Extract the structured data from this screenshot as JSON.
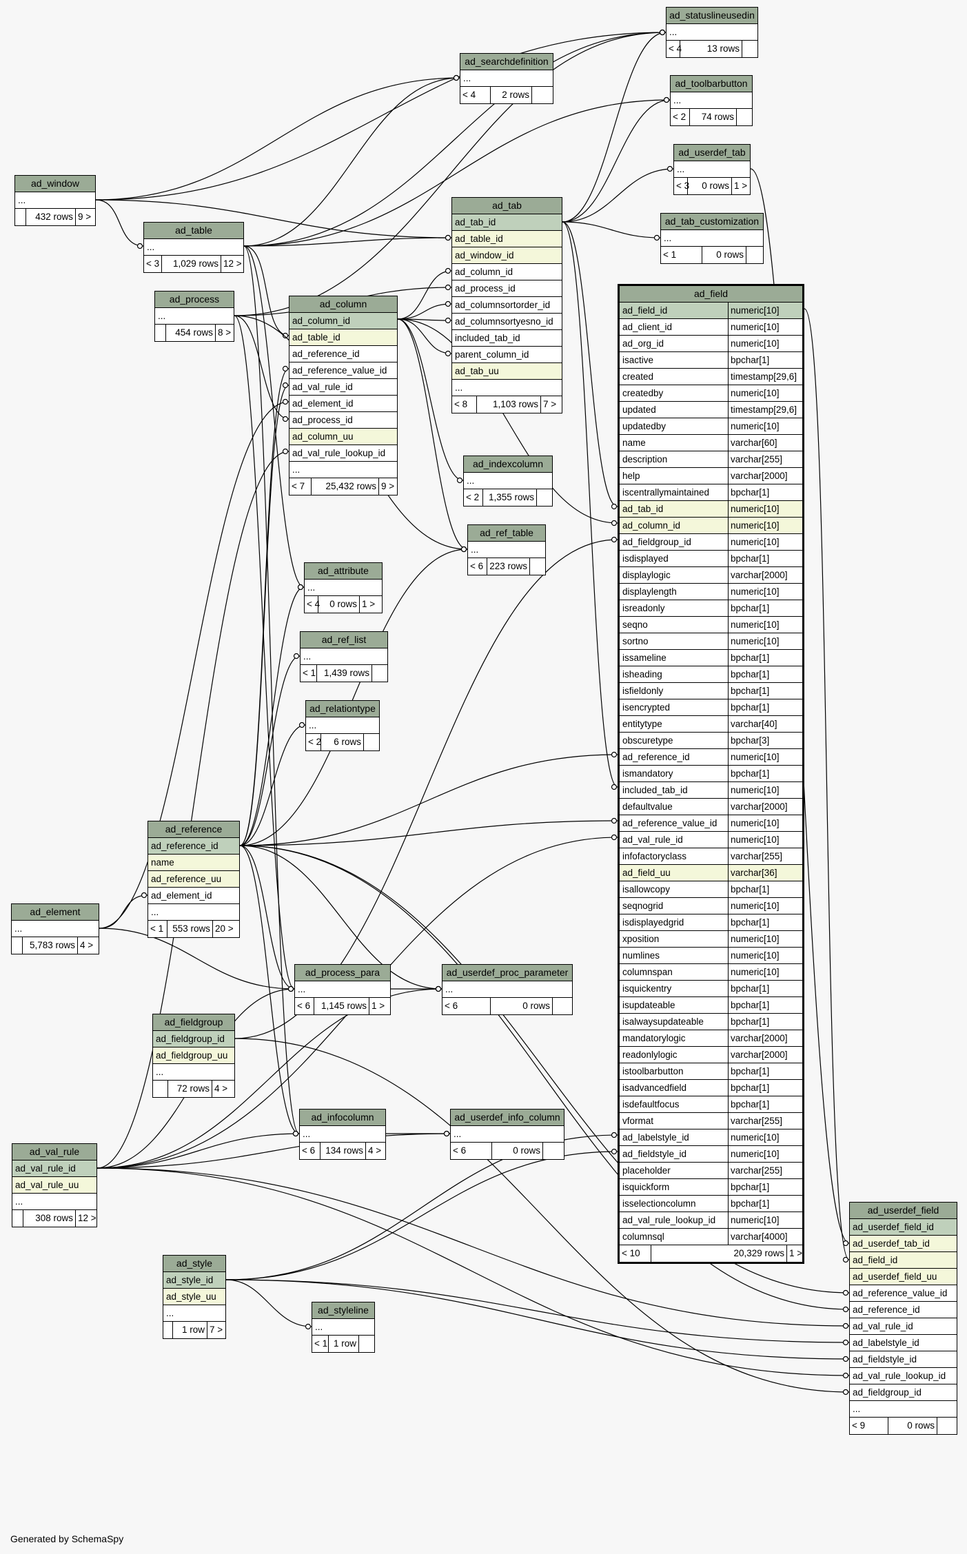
{
  "footer": "Generated by SchemaSpy",
  "colors": {
    "header": "#9bab96",
    "primary_key": "#bfd0bb",
    "unique_key": "#f4f7da",
    "background": "#f7f7f7"
  },
  "tables": [
    {
      "id": "ad_statuslineusedin",
      "name": "ad_statuslineusedin",
      "rows": [
        {
          "n": "...",
          "k": ""
        }
      ],
      "footer": [
        "< 4",
        "13 rows",
        ""
      ]
    },
    {
      "id": "ad_searchdefinition",
      "name": "ad_searchdefinition",
      "rows": [
        {
          "n": "...",
          "k": ""
        }
      ],
      "footer": [
        "< 4",
        "2 rows",
        ""
      ]
    },
    {
      "id": "ad_toolbarbutton",
      "name": "ad_toolbarbutton",
      "rows": [
        {
          "n": "...",
          "k": ""
        }
      ],
      "footer": [
        "< 2",
        "74 rows",
        ""
      ]
    },
    {
      "id": "ad_userdef_tab",
      "name": "ad_userdef_tab",
      "rows": [
        {
          "n": "...",
          "k": ""
        }
      ],
      "footer": [
        "< 3",
        "0 rows",
        "1 >"
      ]
    },
    {
      "id": "ad_tab_customization",
      "name": "ad_tab_customization",
      "rows": [
        {
          "n": "...",
          "k": ""
        }
      ],
      "footer": [
        "< 1",
        "0 rows",
        ""
      ]
    },
    {
      "id": "ad_window",
      "name": "ad_window",
      "rows": [
        {
          "n": "...",
          "k": ""
        }
      ],
      "footer": [
        "",
        "432 rows",
        "9 >"
      ]
    },
    {
      "id": "ad_table",
      "name": "ad_table",
      "rows": [
        {
          "n": "...",
          "k": ""
        }
      ],
      "footer": [
        "< 3",
        "1,029 rows",
        "12 >"
      ]
    },
    {
      "id": "ad_process",
      "name": "ad_process",
      "rows": [
        {
          "n": "...",
          "k": ""
        }
      ],
      "footer": [
        "",
        "454 rows",
        "8 >"
      ]
    },
    {
      "id": "ad_tab",
      "name": "ad_tab",
      "rows": [
        {
          "n": "ad_tab_id",
          "k": "pk"
        },
        {
          "n": "ad_table_id",
          "k": "uk"
        },
        {
          "n": "ad_window_id",
          "k": "uk"
        },
        {
          "n": "ad_column_id",
          "k": ""
        },
        {
          "n": "ad_process_id",
          "k": ""
        },
        {
          "n": "ad_columnsortorder_id",
          "k": ""
        },
        {
          "n": "ad_columnsortyesno_id",
          "k": ""
        },
        {
          "n": "included_tab_id",
          "k": ""
        },
        {
          "n": "parent_column_id",
          "k": ""
        },
        {
          "n": "ad_tab_uu",
          "k": "uk"
        },
        {
          "n": "...",
          "k": ""
        }
      ],
      "footer": [
        "< 8",
        "1,103 rows",
        "7 >"
      ]
    },
    {
      "id": "ad_column",
      "name": "ad_column",
      "rows": [
        {
          "n": "ad_column_id",
          "k": "pk"
        },
        {
          "n": "ad_table_id",
          "k": "uk"
        },
        {
          "n": "ad_reference_id",
          "k": ""
        },
        {
          "n": "ad_reference_value_id",
          "k": ""
        },
        {
          "n": "ad_val_rule_id",
          "k": ""
        },
        {
          "n": "ad_element_id",
          "k": ""
        },
        {
          "n": "ad_process_id",
          "k": ""
        },
        {
          "n": "ad_column_uu",
          "k": "uk"
        },
        {
          "n": "ad_val_rule_lookup_id",
          "k": ""
        },
        {
          "n": "...",
          "k": ""
        }
      ],
      "footer": [
        "< 7",
        "25,432 rows",
        "9 >"
      ]
    },
    {
      "id": "ad_indexcolumn",
      "name": "ad_indexcolumn",
      "rows": [
        {
          "n": "...",
          "k": ""
        }
      ],
      "footer": [
        "< 2",
        "1,355 rows",
        ""
      ]
    },
    {
      "id": "ad_ref_table",
      "name": "ad_ref_table",
      "rows": [
        {
          "n": "...",
          "k": ""
        }
      ],
      "footer": [
        "< 6",
        "223 rows",
        ""
      ]
    },
    {
      "id": "ad_attribute",
      "name": "ad_attribute",
      "rows": [
        {
          "n": "...",
          "k": ""
        }
      ],
      "footer": [
        "< 4",
        "0 rows",
        "1 >"
      ]
    },
    {
      "id": "ad_ref_list",
      "name": "ad_ref_list",
      "rows": [
        {
          "n": "...",
          "k": ""
        }
      ],
      "footer": [
        "< 1",
        "1,439 rows",
        ""
      ]
    },
    {
      "id": "ad_relationtype",
      "name": "ad_relationtype",
      "rows": [
        {
          "n": "...",
          "k": ""
        }
      ],
      "footer": [
        "< 2",
        "6 rows",
        ""
      ]
    },
    {
      "id": "ad_reference",
      "name": "ad_reference",
      "rows": [
        {
          "n": "ad_reference_id",
          "k": "pk"
        },
        {
          "n": "name",
          "k": "uk"
        },
        {
          "n": "ad_reference_uu",
          "k": "uk"
        },
        {
          "n": "ad_element_id",
          "k": ""
        },
        {
          "n": "...",
          "k": ""
        }
      ],
      "footer": [
        "< 1",
        "553 rows",
        "20 >"
      ]
    },
    {
      "id": "ad_element",
      "name": "ad_element",
      "rows": [
        {
          "n": "...",
          "k": ""
        }
      ],
      "footer": [
        "",
        "5,783 rows",
        "4 >"
      ]
    },
    {
      "id": "ad_process_para",
      "name": "ad_process_para",
      "rows": [
        {
          "n": "...",
          "k": ""
        }
      ],
      "footer": [
        "< 6",
        "1,145 rows",
        "1 >"
      ]
    },
    {
      "id": "ad_userdef_proc_parameter",
      "name": "ad_userdef_proc_parameter",
      "rows": [
        {
          "n": "...",
          "k": ""
        }
      ],
      "footer": [
        "< 6",
        "0 rows",
        ""
      ]
    },
    {
      "id": "ad_fieldgroup",
      "name": "ad_fieldgroup",
      "rows": [
        {
          "n": "ad_fieldgroup_id",
          "k": "pk"
        },
        {
          "n": "ad_fieldgroup_uu",
          "k": "uk"
        },
        {
          "n": "...",
          "k": ""
        }
      ],
      "footer": [
        "",
        "72 rows",
        "4 >"
      ]
    },
    {
      "id": "ad_infocolumn",
      "name": "ad_infocolumn",
      "rows": [
        {
          "n": "...",
          "k": ""
        }
      ],
      "footer": [
        "< 6",
        "134 rows",
        "4 >"
      ]
    },
    {
      "id": "ad_userdef_info_column",
      "name": "ad_userdef_info_column",
      "rows": [
        {
          "n": "...",
          "k": ""
        }
      ],
      "footer": [
        "< 6",
        "0 rows",
        ""
      ]
    },
    {
      "id": "ad_val_rule",
      "name": "ad_val_rule",
      "rows": [
        {
          "n": "ad_val_rule_id",
          "k": "pk"
        },
        {
          "n": "ad_val_rule_uu",
          "k": "uk"
        },
        {
          "n": "...",
          "k": ""
        }
      ],
      "footer": [
        "",
        "308 rows",
        "12 >"
      ]
    },
    {
      "id": "ad_style",
      "name": "ad_style",
      "rows": [
        {
          "n": "ad_style_id",
          "k": "pk"
        },
        {
          "n": "ad_style_uu",
          "k": "uk"
        },
        {
          "n": "...",
          "k": ""
        }
      ],
      "footer": [
        "",
        "1 row",
        "7 >"
      ]
    },
    {
      "id": "ad_styleline",
      "name": "ad_styleline",
      "rows": [
        {
          "n": "...",
          "k": ""
        }
      ],
      "footer": [
        "< 1",
        "1 row",
        ""
      ]
    },
    {
      "id": "ad_field",
      "name": "ad_field",
      "rows": [
        {
          "n": "ad_field_id",
          "t": "numeric[10]",
          "k": "pk"
        },
        {
          "n": "ad_client_id",
          "t": "numeric[10]",
          "k": ""
        },
        {
          "n": "ad_org_id",
          "t": "numeric[10]",
          "k": ""
        },
        {
          "n": "isactive",
          "t": "bpchar[1]",
          "k": ""
        },
        {
          "n": "created",
          "t": "timestamp[29,6]",
          "k": ""
        },
        {
          "n": "createdby",
          "t": "numeric[10]",
          "k": ""
        },
        {
          "n": "updated",
          "t": "timestamp[29,6]",
          "k": ""
        },
        {
          "n": "updatedby",
          "t": "numeric[10]",
          "k": ""
        },
        {
          "n": "name",
          "t": "varchar[60]",
          "k": ""
        },
        {
          "n": "description",
          "t": "varchar[255]",
          "k": ""
        },
        {
          "n": "help",
          "t": "varchar[2000]",
          "k": ""
        },
        {
          "n": "iscentrallymaintained",
          "t": "bpchar[1]",
          "k": ""
        },
        {
          "n": "ad_tab_id",
          "t": "numeric[10]",
          "k": "uk"
        },
        {
          "n": "ad_column_id",
          "t": "numeric[10]",
          "k": "uk"
        },
        {
          "n": "ad_fieldgroup_id",
          "t": "numeric[10]",
          "k": ""
        },
        {
          "n": "isdisplayed",
          "t": "bpchar[1]",
          "k": ""
        },
        {
          "n": "displaylogic",
          "t": "varchar[2000]",
          "k": ""
        },
        {
          "n": "displaylength",
          "t": "numeric[10]",
          "k": ""
        },
        {
          "n": "isreadonly",
          "t": "bpchar[1]",
          "k": ""
        },
        {
          "n": "seqno",
          "t": "numeric[10]",
          "k": ""
        },
        {
          "n": "sortno",
          "t": "numeric[10]",
          "k": ""
        },
        {
          "n": "issameline",
          "t": "bpchar[1]",
          "k": ""
        },
        {
          "n": "isheading",
          "t": "bpchar[1]",
          "k": ""
        },
        {
          "n": "isfieldonly",
          "t": "bpchar[1]",
          "k": ""
        },
        {
          "n": "isencrypted",
          "t": "bpchar[1]",
          "k": ""
        },
        {
          "n": "entitytype",
          "t": "varchar[40]",
          "k": ""
        },
        {
          "n": "obscuretype",
          "t": "bpchar[3]",
          "k": ""
        },
        {
          "n": "ad_reference_id",
          "t": "numeric[10]",
          "k": ""
        },
        {
          "n": "ismandatory",
          "t": "bpchar[1]",
          "k": ""
        },
        {
          "n": "included_tab_id",
          "t": "numeric[10]",
          "k": ""
        },
        {
          "n": "defaultvalue",
          "t": "varchar[2000]",
          "k": ""
        },
        {
          "n": "ad_reference_value_id",
          "t": "numeric[10]",
          "k": ""
        },
        {
          "n": "ad_val_rule_id",
          "t": "numeric[10]",
          "k": ""
        },
        {
          "n": "infofactoryclass",
          "t": "varchar[255]",
          "k": ""
        },
        {
          "n": "ad_field_uu",
          "t": "varchar[36]",
          "k": "uk"
        },
        {
          "n": "isallowcopy",
          "t": "bpchar[1]",
          "k": ""
        },
        {
          "n": "seqnogrid",
          "t": "numeric[10]",
          "k": ""
        },
        {
          "n": "isdisplayedgrid",
          "t": "bpchar[1]",
          "k": ""
        },
        {
          "n": "xposition",
          "t": "numeric[10]",
          "k": ""
        },
        {
          "n": "numlines",
          "t": "numeric[10]",
          "k": ""
        },
        {
          "n": "columnspan",
          "t": "numeric[10]",
          "k": ""
        },
        {
          "n": "isquickentry",
          "t": "bpchar[1]",
          "k": ""
        },
        {
          "n": "isupdateable",
          "t": "bpchar[1]",
          "k": ""
        },
        {
          "n": "isalwaysupdateable",
          "t": "bpchar[1]",
          "k": ""
        },
        {
          "n": "mandatorylogic",
          "t": "varchar[2000]",
          "k": ""
        },
        {
          "n": "readonlylogic",
          "t": "varchar[2000]",
          "k": ""
        },
        {
          "n": "istoolbarbutton",
          "t": "bpchar[1]",
          "k": ""
        },
        {
          "n": "isadvancedfield",
          "t": "bpchar[1]",
          "k": ""
        },
        {
          "n": "isdefaultfocus",
          "t": "bpchar[1]",
          "k": ""
        },
        {
          "n": "vformat",
          "t": "varchar[255]",
          "k": ""
        },
        {
          "n": "ad_labelstyle_id",
          "t": "numeric[10]",
          "k": ""
        },
        {
          "n": "ad_fieldstyle_id",
          "t": "numeric[10]",
          "k": ""
        },
        {
          "n": "placeholder",
          "t": "varchar[255]",
          "k": ""
        },
        {
          "n": "isquickform",
          "t": "bpchar[1]",
          "k": ""
        },
        {
          "n": "isselectioncolumn",
          "t": "bpchar[1]",
          "k": ""
        },
        {
          "n": "ad_val_rule_lookup_id",
          "t": "numeric[10]",
          "k": ""
        },
        {
          "n": "columnsql",
          "t": "varchar[4000]",
          "k": ""
        }
      ],
      "footer": [
        "< 10",
        "20,329 rows",
        "1 >"
      ]
    },
    {
      "id": "ad_userdef_field",
      "name": "ad_userdef_field",
      "rows": [
        {
          "n": "ad_userdef_field_id",
          "k": "pk"
        },
        {
          "n": "ad_userdef_tab_id",
          "k": "uk"
        },
        {
          "n": "ad_field_id",
          "k": "uk"
        },
        {
          "n": "ad_userdef_field_uu",
          "k": "uk"
        },
        {
          "n": "ad_reference_value_id",
          "k": ""
        },
        {
          "n": "ad_reference_id",
          "k": ""
        },
        {
          "n": "ad_val_rule_id",
          "k": ""
        },
        {
          "n": "ad_labelstyle_id",
          "k": ""
        },
        {
          "n": "ad_fieldstyle_id",
          "k": ""
        },
        {
          "n": "ad_val_rule_lookup_id",
          "k": ""
        },
        {
          "n": "ad_fieldgroup_id",
          "k": ""
        },
        {
          "n": "...",
          "k": ""
        }
      ],
      "footer": [
        "< 9",
        "0 rows",
        ""
      ]
    }
  ]
}
